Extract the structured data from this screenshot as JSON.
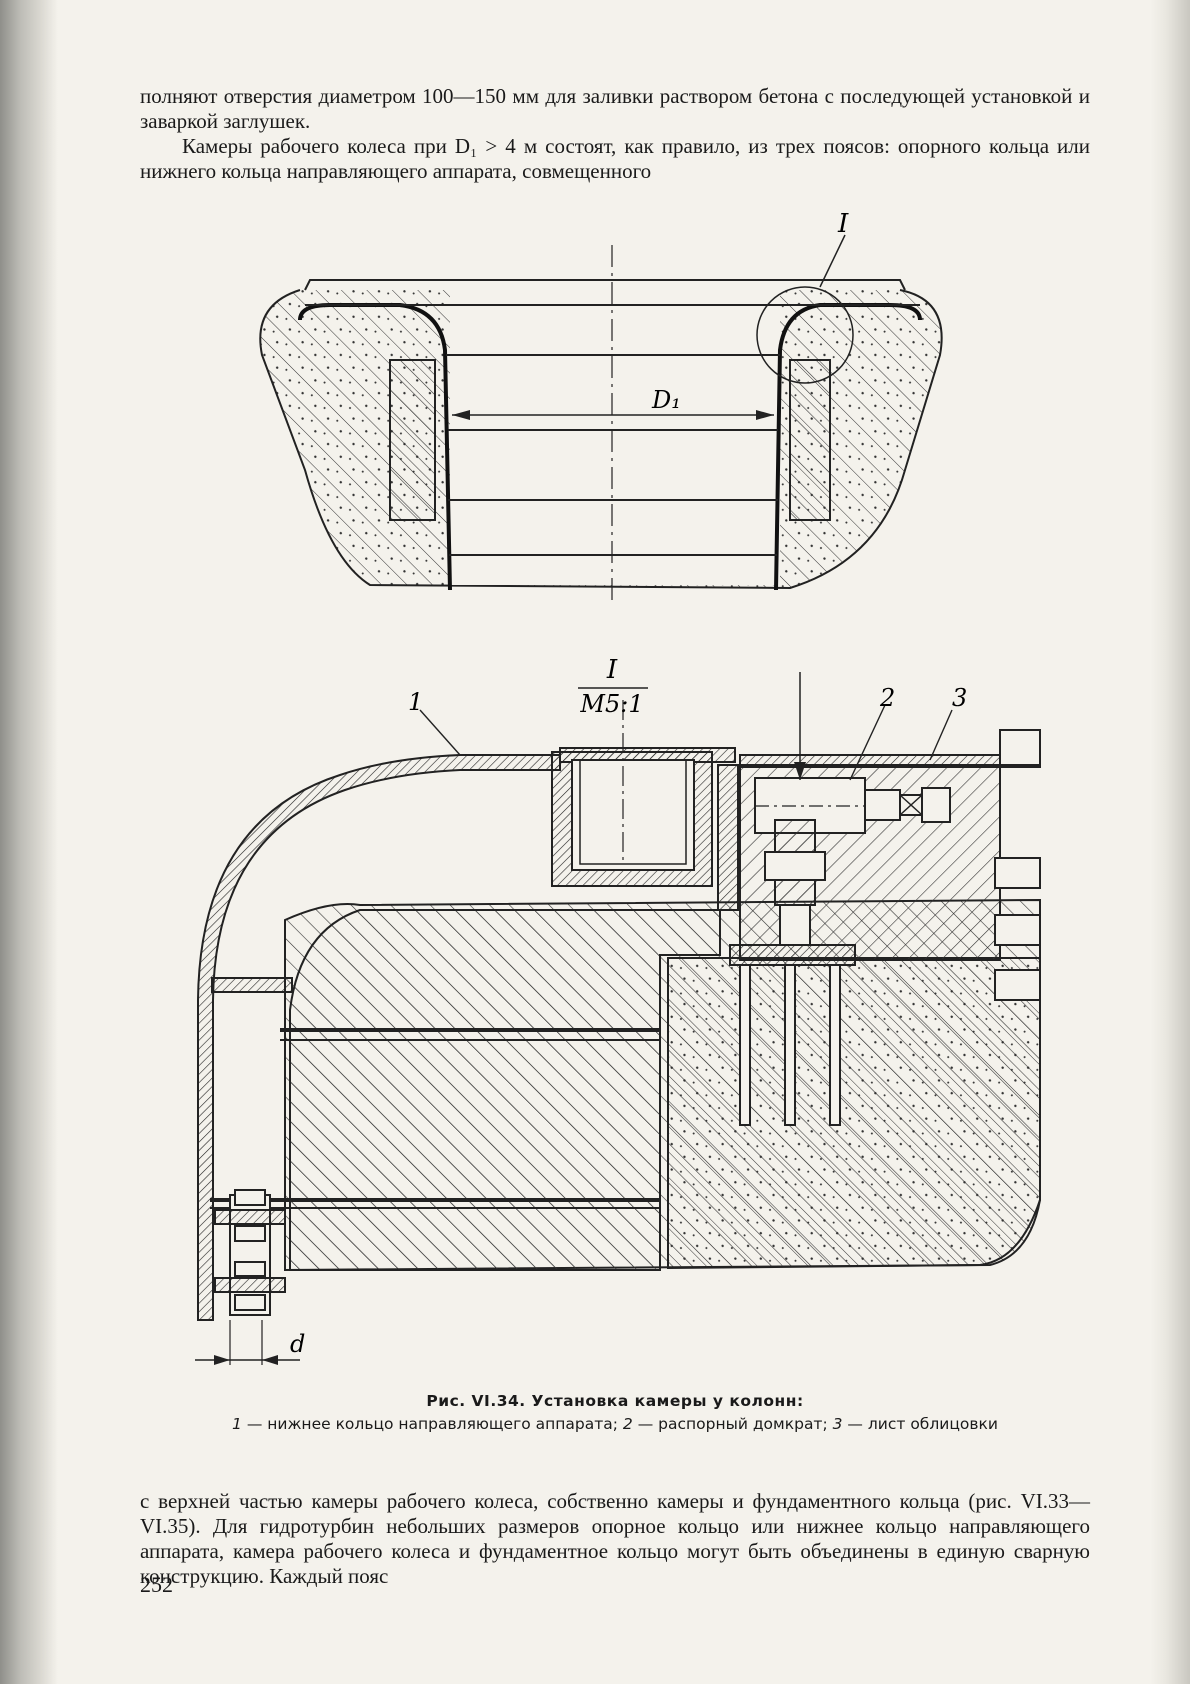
{
  "text": {
    "para1": "полняют отверстия диаметром 100—150 мм для заливки раствором бетона с последующей установкой и заваркой заглушек.",
    "para2": "Камеры рабочего колеса при D₁ > 4 м состоят, как правило, из трех поясов: опорного кольца или нижнего кольца направляющего аппарата, совмещенного",
    "para3": "с верхней частью камеры рабочего колеса, собственно камеры и фундаментного кольца (рис. VI.33—VI.35). Для гидротурбин небольших размеров опорное кольцо или нижнее кольцо направляющего аппарата, камера рабочего колеса и фундаментное кольцо могут быть объединены в единую сварную конструкцию. Каждый пояс"
  },
  "figure": {
    "top_view": {
      "detail_marker": "I",
      "dimension_label": "D₁"
    },
    "detail_view": {
      "title": "I",
      "scale": "M5:1",
      "callouts": [
        "1",
        "2",
        "3"
      ],
      "dimension_label": "d"
    },
    "caption_title": "Рис. VI.34. Установка камеры у колонн:",
    "caption_legend": [
      {
        "num": "1",
        "text": "нижнее кольцо направляющего аппарата;"
      },
      {
        "num": "2",
        "text": "распорный домкрат;"
      },
      {
        "num": "3",
        "text": "лист облицовки"
      }
    ]
  },
  "page_number": "252"
}
